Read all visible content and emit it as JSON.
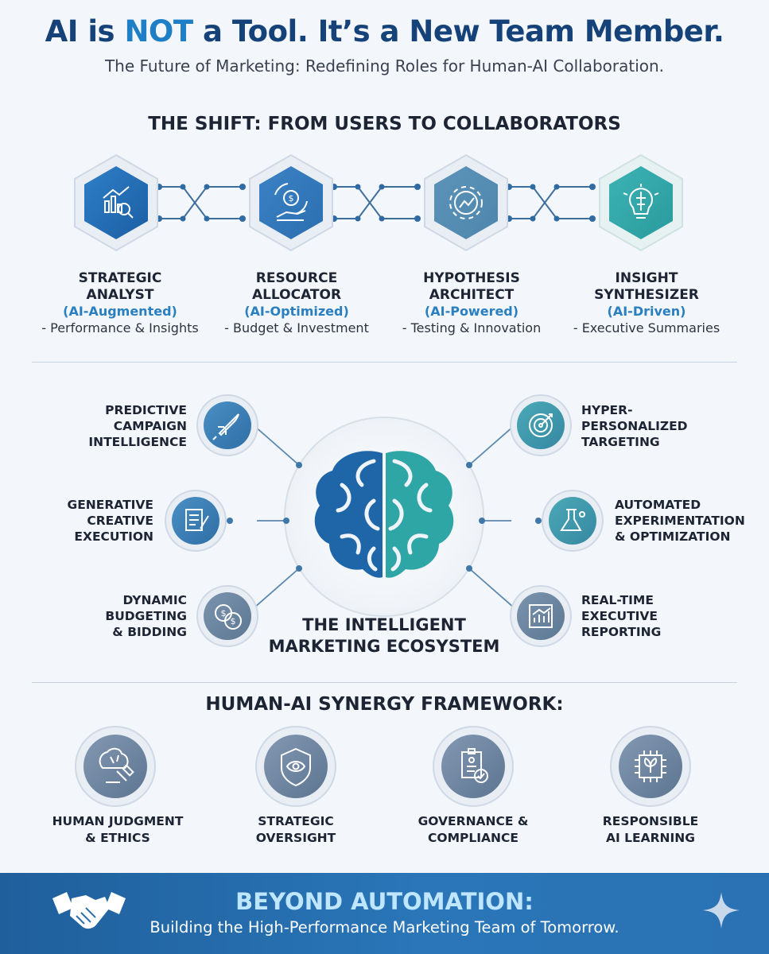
{
  "header": {
    "title_part1": "AI is ",
    "title_accent": "NOT",
    "title_part2": " a Tool. It’s a New Team Member.",
    "subtitle": "The Future of Marketing: Redefining Roles for Human-AI Collaboration."
  },
  "shift": {
    "heading": "THE SHIFT: FROM USERS TO COLLABORATORS",
    "roles": [
      {
        "line1": "STRATEGIC",
        "line2": "ANALYST",
        "tag": "(AI-Augmented)",
        "desc": "- Performance & Insights",
        "icon": "analytics-chart-icon"
      },
      {
        "line1": "RESOURCE",
        "line2": "ALLOCATOR",
        "tag": "(AI-Optimized)",
        "desc": "- Budget & Investment",
        "icon": "money-hand-icon"
      },
      {
        "line1": "HYPOTHESIS",
        "line2": "ARCHITECT",
        "tag": "(AI-Powered)",
        "desc": "- Testing & Innovation",
        "icon": "gear-chart-icon"
      },
      {
        "line1": "INSIGHT",
        "line2": "SYNTHESIZER",
        "tag": "(AI-Driven)",
        "desc": "- Executive Summaries",
        "icon": "lightbulb-brain-icon"
      }
    ]
  },
  "ecosystem": {
    "title_line1": "THE INTELLIGENT",
    "title_line2": "MARKETING ECOSYSTEM",
    "left": [
      {
        "lines": [
          "PREDICTIVE",
          "CAMPAIGN",
          "INTELLIGENCE"
        ],
        "icon": "rocket-icon"
      },
      {
        "lines": [
          "GENERATIVE",
          "CREATIVE",
          "EXECUTION"
        ],
        "icon": "document-pen-icon"
      },
      {
        "lines": [
          "DYNAMIC",
          "BUDGETING",
          "& BIDDING"
        ],
        "icon": "coins-icon"
      }
    ],
    "right": [
      {
        "lines": [
          "HYPER-",
          "PERSONALIZED",
          "TARGETING"
        ],
        "icon": "target-icon"
      },
      {
        "lines": [
          "AUTOMATED",
          "EXPERIMENTATION",
          "& OPTIMIZATION"
        ],
        "icon": "flask-icon"
      },
      {
        "lines": [
          "REAL-TIME",
          "EXECUTIVE",
          "REPORTING"
        ],
        "icon": "bar-chart-icon"
      }
    ]
  },
  "framework": {
    "heading": "HUMAN-AI SYNERGY FRAMEWORK:",
    "items": [
      {
        "line1": "HUMAN JUDGMENT",
        "line2": "& ETHICS",
        "icon": "brain-gavel-icon"
      },
      {
        "line1": "STRATEGIC",
        "line2": "OVERSIGHT",
        "icon": "shield-eye-icon"
      },
      {
        "line1": "GOVERNANCE &",
        "line2": "COMPLIANCE",
        "icon": "clipboard-check-icon"
      },
      {
        "line1": "RESPONSIBLE",
        "line2": "AI LEARNING",
        "icon": "chip-leaf-icon"
      }
    ]
  },
  "footer": {
    "title": "BEYOND AUTOMATION:",
    "subtitle": "Building the High-Performance Marketing Team of Tomorrow.",
    "icon": "handshake-icon",
    "decor_icon": "sparkle-icon"
  },
  "colors": {
    "navy": "#16427a",
    "accent_blue": "#1f7fc6",
    "teal": "#2aa7a8",
    "footer_blue": "#2a76b8"
  }
}
